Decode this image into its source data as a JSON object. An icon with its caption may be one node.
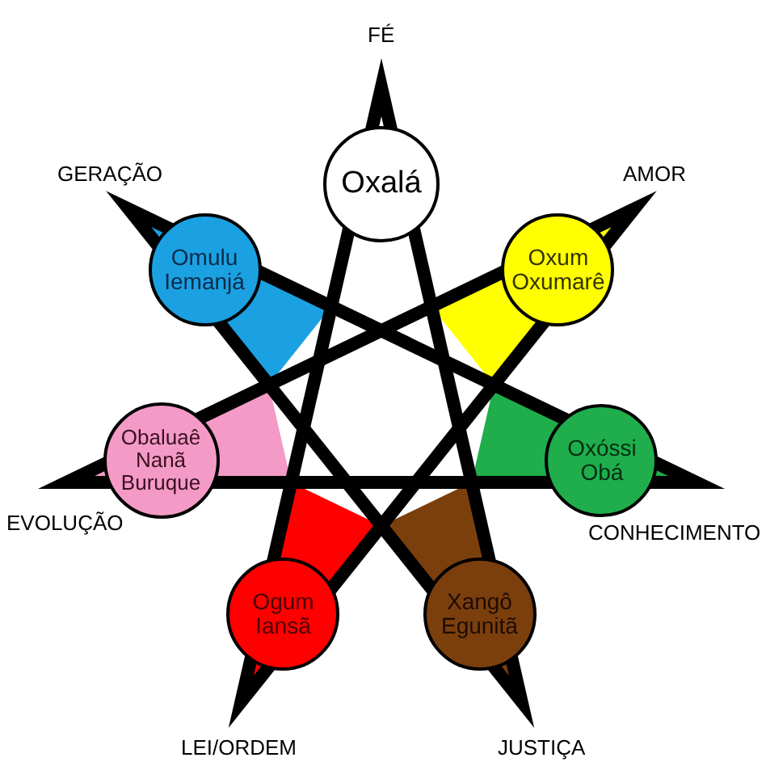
{
  "diagram": {
    "nodes": [
      {
        "text": [
          "Oxalá"
        ]
      },
      {
        "text": [
          "Omulu Iemanjá"
        ]
      },
      {
        "text": [
          "Oxum Oxumarê"
        ]
      },
      {
        "text": [
          "Obaluaê Nanã Buruque"
        ]
      },
      {
        "text": [
          "Oxóssi Obá"
        ]
      },
      {
        "text": [
          "Ogum Iansã"
        ]
      },
      {
        "text": [
          "Xangô Egunitã"
        ]
      }
    ],
    "edges": [
      {
        "from": 0,
        "to": 6,
        "arrow": "none"
      },
      {
        "from": 0,
        "to": 5,
        "arrow": "none"
      },
      {
        "from": 1,
        "to": 4,
        "arrow": "none"
      },
      {
        "from": 1,
        "to": 6,
        "arrow": "none"
      },
      {
        "from": 2,
        "to": 3,
        "arrow": "none"
      },
      {
        "from": 2,
        "to": 5,
        "arrow": "none"
      },
      {
        "from": 3,
        "to": 4,
        "arrow": "none"
      }
    ],
    "labels": [
      "FÉ",
      "GERAÇÃO",
      "AMOR",
      "EVOLUÇÃO",
      "CONHECIMENTO",
      "LEI/ORDEM",
      "JUSTIÇA"
    ]
  }
}
